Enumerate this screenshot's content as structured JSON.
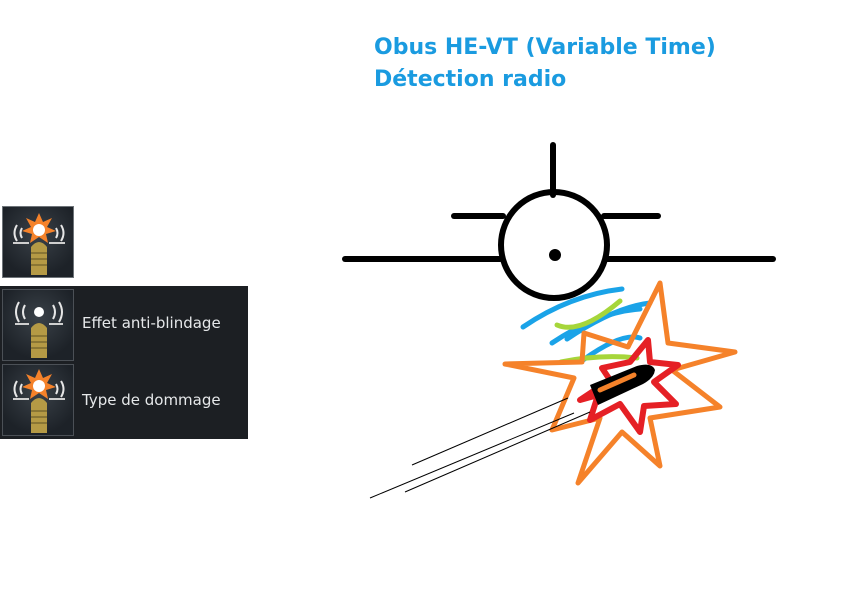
{
  "title": {
    "line1": "Obus HE-VT (Variable Time)",
    "line2": "Détection radio"
  },
  "shell_panel": {
    "rows": [
      {
        "icon": "shell-explosion-icon",
        "label": ""
      },
      {
        "icon": "shell-radio-icon",
        "label": "Effet anti-blindage"
      },
      {
        "icon": "shell-explosion-icon",
        "label": "Type de dommage"
      }
    ]
  },
  "colors": {
    "title": "#1a9be0",
    "panel_bg": "#1c1f23",
    "shell_body": "#b59a45",
    "explosion_outer": "#f5822a",
    "explosion_inner": "#e52025",
    "radio_wave_blue": "#1aa3e8",
    "radio_wave_green": "#a6d63a",
    "aircraft": "#000000"
  }
}
